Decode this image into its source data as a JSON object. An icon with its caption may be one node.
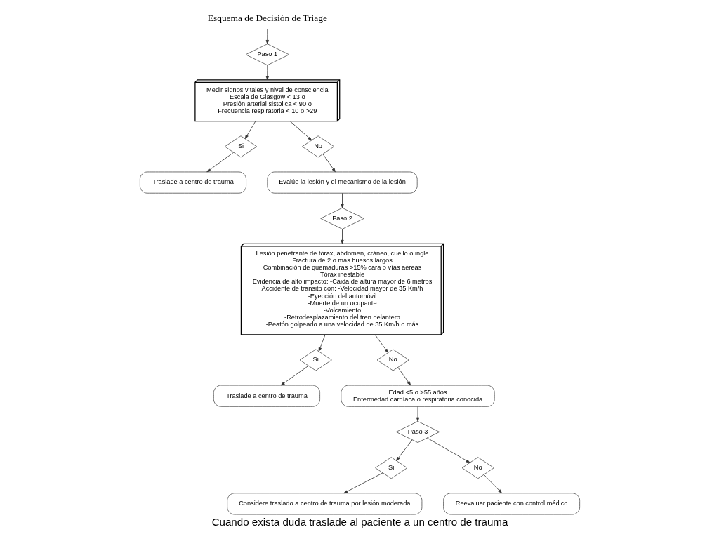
{
  "diagram": {
    "caption": "Cuando exista duda traslade al paciente a un centro de trauma",
    "nodes": [
      {
        "text": [
          "Esquema de Decisión de Triage"
        ]
      },
      {
        "text": [
          "Paso 1"
        ]
      },
      {
        "text": [
          "Medir signos vitales y nivel de consciencia",
          "Escala de Glasgow < 13 o",
          "Presión arterial sistolica < 90 o",
          "Frecuencia respiratoria < 10 o >29"
        ]
      },
      {
        "text": [
          "Si"
        ]
      },
      {
        "text": [
          "No"
        ]
      },
      {
        "text": [
          "Traslade a centro de trauma"
        ]
      },
      {
        "text": [
          "Evalúe la lesión y el mecanismo de la lesión"
        ]
      },
      {
        "text": [
          "Paso 2"
        ]
      },
      {
        "text": [
          "Lesión penetrante de tórax, abdomen, cráneo, cuello o ingle",
          "Fractura de 2 o más huesos largos",
          "Combinación de quemaduras >15% cara o vías aéreas",
          "Tórax inestable",
          "Evidencia de alto impacto: -Caida de altura mayor de 6 metros",
          "Accidente de transito con: -Velocidad mayor de 35 Km/h",
          "-Eyección del automóvil",
          "-Muerte de un ocupante",
          "-Volcamiento",
          "-Retrodesplazamiento del tren delantero",
          "-Peatón golpeado a una velocidad de 35 Km/h o más"
        ]
      },
      {
        "text": [
          "Si"
        ]
      },
      {
        "text": [
          "No"
        ]
      },
      {
        "text": [
          "Traslade a centro de trauma"
        ]
      },
      {
        "text": [
          "Edad <5 o >55 años",
          "Enfermedad cardíaca o respiratoria conocida"
        ]
      },
      {
        "text": [
          "Paso 3"
        ]
      },
      {
        "text": [
          "Si"
        ]
      },
      {
        "text": [
          "No"
        ]
      },
      {
        "text": [
          "Considere traslado a centro de trauma por lesión moderada"
        ]
      },
      {
        "text": [
          "Reevaluar paciente con control médico"
        ]
      }
    ],
    "edges": [
      {
        "from": 0,
        "to": 1,
        "arrow": "to"
      },
      {
        "from": 1,
        "to": 2,
        "arrow": "to"
      },
      {
        "from": 2,
        "to": 3,
        "arrow": "to"
      },
      {
        "from": 2,
        "to": 4,
        "arrow": "to"
      },
      {
        "from": 3,
        "to": 5,
        "arrow": "to"
      },
      {
        "from": 4,
        "to": 6,
        "arrow": "to"
      },
      {
        "from": 6,
        "to": 7,
        "arrow": "to"
      },
      {
        "from": 7,
        "to": 8,
        "arrow": "to"
      },
      {
        "from": 8,
        "to": 9,
        "arrow": "to"
      },
      {
        "from": 8,
        "to": 10,
        "arrow": "to"
      },
      {
        "from": 9,
        "to": 11,
        "arrow": "to"
      },
      {
        "from": 10,
        "to": 12,
        "arrow": "to"
      },
      {
        "from": 12,
        "to": 13,
        "arrow": "to"
      },
      {
        "from": 13,
        "to": 14,
        "arrow": "to"
      },
      {
        "from": 13,
        "to": 15,
        "arrow": "to"
      },
      {
        "from": 14,
        "to": 16,
        "arrow": "to"
      },
      {
        "from": 15,
        "to": 17,
        "arrow": "to"
      }
    ]
  }
}
